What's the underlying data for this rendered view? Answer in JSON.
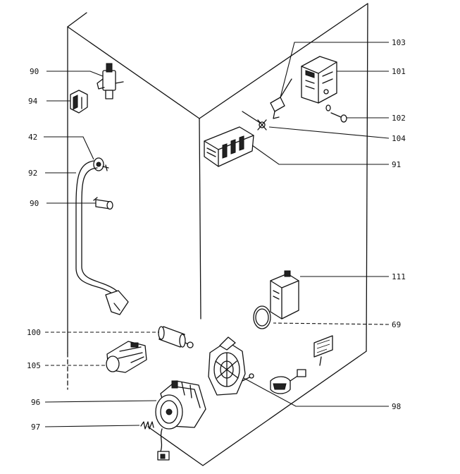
{
  "callouts": [
    {
      "id": "c-90a",
      "label": "90"
    },
    {
      "id": "c-94",
      "label": "94"
    },
    {
      "id": "c-42",
      "label": "42"
    },
    {
      "id": "c-92",
      "label": "92"
    },
    {
      "id": "c-90b",
      "label": "90"
    },
    {
      "id": "c-100",
      "label": "100"
    },
    {
      "id": "c-105",
      "label": "105"
    },
    {
      "id": "c-96",
      "label": "96"
    },
    {
      "id": "c-97",
      "label": "97"
    },
    {
      "id": "c-103",
      "label": "103"
    },
    {
      "id": "c-101",
      "label": "101"
    },
    {
      "id": "c-102",
      "label": "102"
    },
    {
      "id": "c-104",
      "label": "104"
    },
    {
      "id": "c-91",
      "label": "91"
    },
    {
      "id": "c-111",
      "label": "111"
    },
    {
      "id": "c-69",
      "label": "69"
    },
    {
      "id": "c-98",
      "label": "98"
    }
  ]
}
